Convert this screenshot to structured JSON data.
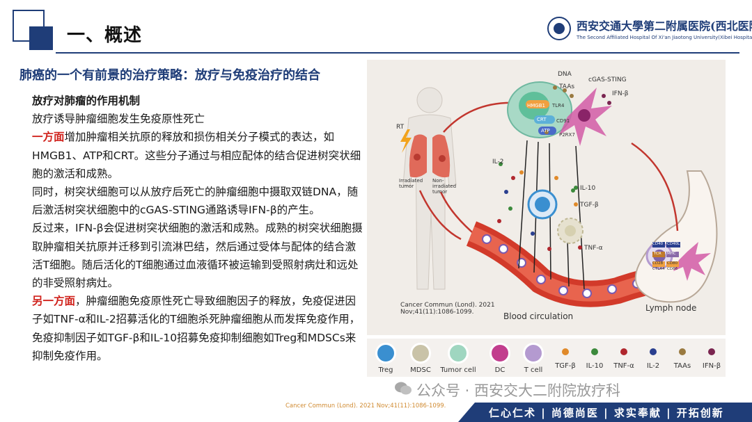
{
  "header": {
    "title": "一、概述",
    "logo_cn": "西安交通大學第二附属医院(西北医院)",
    "logo_en": "The Second Affiliated Hospital Of Xi'an Jiaotong University(Xibei Hospital)"
  },
  "subtitle": "肺癌的一个有前景的治疗策略：放疗与免疫治疗的结合",
  "body": {
    "section_heading": "放疗对肺瘤的作用机制",
    "intro": "放疗诱导肿瘤细胞发生免疫原性死亡",
    "p1_lead": "一方面",
    "p1_text": "增加肿瘤相关抗原的释放和损伤相关分子模式的表达，如HMGB1、ATP和CRT。这些分子通过与相应配体的结合促进树突状细胞的激活和成熟。",
    "p2": "同时，树突状细胞可以从放疗后死亡的肿瘤细胞中摄取双链DNA，随后激活树突状细胞中的cGAS-STING通路诱导IFN-β的产生。",
    "p3": "反过来，IFN-β会促进树突状细胞的激活和成熟。成熟的树突状细胞摄取肿瘤相关抗原并迁移到引流淋巴结，然后通过受体与配体的结合激活T细胞。随后活化的T细胞通过血液循环被运输到受照射病灶和远处的非受照射病灶。",
    "p4_lead": "另一方面",
    "p4_text": "，肿瘤细胞免疫原性死亡导致细胞因子的释放，免疫促进因子如TNF-α和IL-2招募活化的T细胞杀死肿瘤细胞从而发挥免疫作用，免疫抑制因子如TGF-β和IL-10招募免疫抑制细胞如Treg和MDSCs来抑制免疫作用。"
  },
  "figure": {
    "labels": {
      "dna": "DNA",
      "cgas": "cGAS-STING",
      "taas": "TAAs",
      "ifnb": "IFN-β",
      "hmgb1": "HMGB1",
      "tlr4": "TLR4",
      "crt": "CRT",
      "cd91": "CD91",
      "atp": "ATP",
      "p2rx7": "P2RX7",
      "rt": "RT",
      "irradiated": "Irradiated tumor",
      "non_irradiated": "Non-irradiated tumor",
      "il2": "IL-2",
      "il10": "IL-10",
      "tgfb": "TGF-β",
      "tnfa": "TNF-α",
      "citation": "Cancer Commun (Lond). 2021 Nov;41(11):1086-1099.",
      "blood": "Blood circulation",
      "lymph": "Lymph node",
      "cd40": "CD40",
      "cd40l": "CD40L",
      "tcr": "TCR",
      "mhc": "MHC",
      "cd28": "CD28",
      "cd80": "CD80",
      "ctla4": "CTLA4",
      "cd86": "CD86"
    },
    "legend": [
      {
        "label": "Treg",
        "color": "#3a8fd0"
      },
      {
        "label": "MDSC",
        "color": "#c9c3a8"
      },
      {
        "label": "Tumor cell",
        "color": "#9fd6c0"
      },
      {
        "label": "DC",
        "color": "#c23e8e"
      },
      {
        "label": "T cell",
        "color": "#b49ad0"
      },
      {
        "label": "TGF-β",
        "color": "#e08a2a"
      },
      {
        "label": "IL-10",
        "color": "#3c8a3c"
      },
      {
        "label": "TNF-α",
        "color": "#b0272e"
      },
      {
        "label": "IL-2",
        "color": "#2a3f8f"
      },
      {
        "label": "TAAs",
        "color": "#9a7a40"
      },
      {
        "label": "IFN-β",
        "color": "#7a2550"
      }
    ]
  },
  "footer": {
    "watermark": "公众号 · 西安交大二附院放疗科",
    "citation": "Cancer Commun (Lond). 2021 Nov;41(11):1086-1099.",
    "motto": "仁心仁术 | 尚德尚医 | 求实奉献 | 开拓创新"
  }
}
